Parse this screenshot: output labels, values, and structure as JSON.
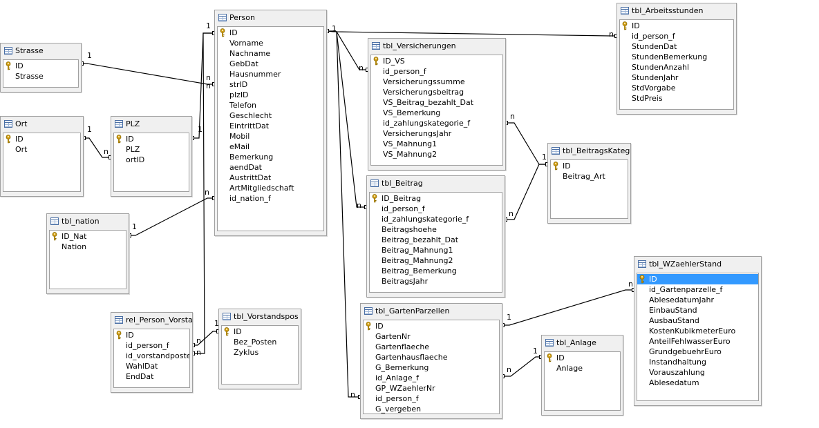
{
  "colors": {
    "line": "#000000",
    "selected": "#3399ff",
    "key": "#d4a017"
  },
  "tables": [
    {
      "id": "person",
      "name": "Person",
      "fields": [
        {
          "name": "ID",
          "pk": true
        },
        {
          "name": "Vorname"
        },
        {
          "name": "Nachname"
        },
        {
          "name": "GebDat"
        },
        {
          "name": "Hausnummer"
        },
        {
          "name": "strID"
        },
        {
          "name": "plzID"
        },
        {
          "name": "Telefon"
        },
        {
          "name": "Geschlecht"
        },
        {
          "name": "EintrittDat"
        },
        {
          "name": "Mobil"
        },
        {
          "name": "eMail"
        },
        {
          "name": "Bemerkung"
        },
        {
          "name": "aendDat"
        },
        {
          "name": "AustrittDat"
        },
        {
          "name": "ArtMitgliedschaft"
        },
        {
          "name": "id_nation_f"
        }
      ]
    },
    {
      "id": "strasse",
      "name": "Strasse",
      "fields": [
        {
          "name": "ID",
          "pk": true
        },
        {
          "name": "Strasse"
        }
      ]
    },
    {
      "id": "ort",
      "name": "Ort",
      "fields": [
        {
          "name": "ID",
          "pk": true
        },
        {
          "name": "Ort"
        }
      ]
    },
    {
      "id": "plz",
      "name": "PLZ",
      "fields": [
        {
          "name": "ID",
          "pk": true
        },
        {
          "name": "PLZ"
        },
        {
          "name": "ortID"
        }
      ]
    },
    {
      "id": "nation",
      "name": "tbl_nation",
      "fields": [
        {
          "name": "ID_Nat",
          "pk": true
        },
        {
          "name": "Nation"
        }
      ]
    },
    {
      "id": "relvorst",
      "name": "rel_Person_Vorsta",
      "fields": [
        {
          "name": "ID",
          "pk": true
        },
        {
          "name": "id_person_f"
        },
        {
          "name": "id_vorstandposte"
        },
        {
          "name": "WahlDat"
        },
        {
          "name": "EndDat"
        }
      ]
    },
    {
      "id": "vorstandspos",
      "name": "tbl_Vorstandspos",
      "fields": [
        {
          "name": "ID",
          "pk": true
        },
        {
          "name": "Bez_Posten"
        },
        {
          "name": "Zyklus"
        }
      ]
    },
    {
      "id": "versicherungen",
      "name": "tbl_Versicherungen",
      "fields": [
        {
          "name": "ID_VS",
          "pk": true
        },
        {
          "name": "id_person_f"
        },
        {
          "name": "Versicherungssumme"
        },
        {
          "name": "Versicherungsbeitrag"
        },
        {
          "name": "VS_Beitrag_bezahlt_Dat"
        },
        {
          "name": "VS_Bemerkung"
        },
        {
          "name": "id_zahlungskategorie_f"
        },
        {
          "name": "VersicherungsJahr"
        },
        {
          "name": "VS_Mahnung1"
        },
        {
          "name": "VS_Mahnung2"
        }
      ]
    },
    {
      "id": "beitrag",
      "name": "tbl_Beitrag",
      "fields": [
        {
          "name": "ID_Beitrag",
          "pk": true
        },
        {
          "name": "id_person_f"
        },
        {
          "name": "id_zahlungskategorie_f"
        },
        {
          "name": "Beitragshoehe"
        },
        {
          "name": "Beitrag_bezahlt_Dat"
        },
        {
          "name": "Beitrag_Mahnung1"
        },
        {
          "name": "Beitrag_Mahnung2"
        },
        {
          "name": "Beitrag_Bemerkung"
        },
        {
          "name": "BeitragsJahr"
        }
      ]
    },
    {
      "id": "garten",
      "name": "tbl_GartenParzellen",
      "fields": [
        {
          "name": "ID",
          "pk": true
        },
        {
          "name": "GartenNr"
        },
        {
          "name": "Gartenflaeche"
        },
        {
          "name": "Gartenhausflaeche"
        },
        {
          "name": "G_Bemerkung"
        },
        {
          "name": "id_Anlage_f"
        },
        {
          "name": "GP_WZaehlerNr"
        },
        {
          "name": "id_person_f"
        },
        {
          "name": "G_vergeben"
        }
      ]
    },
    {
      "id": "arbeit",
      "name": "tbl_Arbeitsstunden",
      "fields": [
        {
          "name": "ID",
          "pk": true
        },
        {
          "name": "id_person_f"
        },
        {
          "name": "StundenDat"
        },
        {
          "name": "StundenBemerkung"
        },
        {
          "name": "StundenAnzahl"
        },
        {
          "name": "StundenJahr"
        },
        {
          "name": "StdVorgabe"
        },
        {
          "name": "StdPreis"
        }
      ]
    },
    {
      "id": "beitragskateg",
      "name": "tbl_BeitragsKateg",
      "fields": [
        {
          "name": "ID",
          "pk": true
        },
        {
          "name": "Beitrag_Art"
        }
      ]
    },
    {
      "id": "wzaehler",
      "name": "tbl_WZaehlerStand",
      "fields": [
        {
          "name": "ID",
          "pk": true,
          "selected": true
        },
        {
          "name": "id_Gartenparzelle_f"
        },
        {
          "name": "AblesedatumJahr"
        },
        {
          "name": "EinbauStand"
        },
        {
          "name": "AusbauStand"
        },
        {
          "name": "KostenKubikmeterEuro"
        },
        {
          "name": "AnteilFehlwasserEuro"
        },
        {
          "name": "GrundgebuehrEuro"
        },
        {
          "name": "Instandhaltung"
        },
        {
          "name": "Vorauszahlung"
        },
        {
          "name": "Ablesedatum"
        }
      ]
    },
    {
      "id": "anlage",
      "name": "tbl_Anlage",
      "fields": [
        {
          "name": "ID",
          "pk": true
        },
        {
          "name": "Anlage"
        }
      ]
    }
  ],
  "relations": [
    {
      "id": "person-arbeit",
      "from": "person",
      "to": "arbeit",
      "from_card": "1",
      "to_card": "n"
    },
    {
      "id": "person-versicherungen",
      "from": "person",
      "to": "versicherungen",
      "from_card": "1",
      "to_card": "n"
    },
    {
      "id": "person-beitrag",
      "from": "person",
      "to": "beitrag",
      "from_card": "1",
      "to_card": "n"
    },
    {
      "id": "person-garten",
      "from": "person",
      "to": "garten",
      "from_card": "1",
      "to_card": "n"
    },
    {
      "id": "strasse-person",
      "from": "strasse",
      "to": "person",
      "from_card": "1",
      "to_card": "n"
    },
    {
      "id": "plz-person",
      "from": "plz",
      "to": "person",
      "from_card": "1",
      "to_card": "n"
    },
    {
      "id": "nation-person",
      "from": "nation",
      "to": "person",
      "from_card": "1",
      "to_card": "n"
    },
    {
      "id": "person-relvorst",
      "from": "person",
      "to": "relvorst",
      "from_card": "1",
      "to_card": "n"
    },
    {
      "id": "ort-plz",
      "from": "ort",
      "to": "plz",
      "from_card": "1",
      "to_card": "n"
    },
    {
      "id": "vorstandspos-relvorst",
      "from": "vorstandspos",
      "to": "relvorst",
      "from_card": "1",
      "to_card": "n"
    },
    {
      "id": "beitragskateg-versicherungen",
      "from": "beitragskateg",
      "to": "versicherungen",
      "from_card": "1",
      "to_card": "n"
    },
    {
      "id": "beitragskateg-beitrag",
      "from": "beitragskateg",
      "to": "beitrag",
      "from_card": "1",
      "to_card": "n"
    },
    {
      "id": "garten-wzaehler",
      "from": "garten",
      "to": "wzaehler",
      "from_card": "1",
      "to_card": "n"
    },
    {
      "id": "anlage-garten",
      "from": "anlage",
      "to": "garten",
      "from_card": "1",
      "to_card": "n"
    }
  ]
}
